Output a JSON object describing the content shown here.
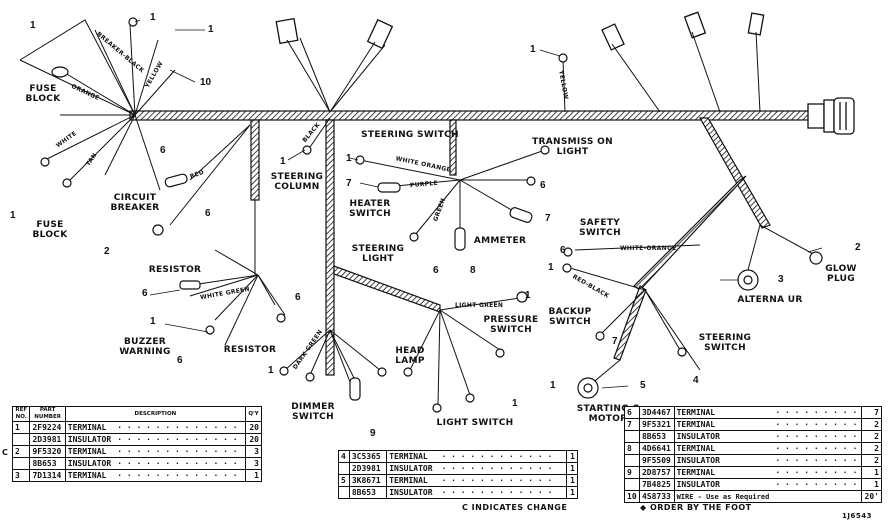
{
  "labels": {
    "fuse_block_top": "FUSE\nBLOCK",
    "fuse_block_bottom": "FUSE\nBLOCK",
    "circuit_breaker": "CIRCUIT\nBREAKER",
    "resistor_left": "RESISTOR",
    "resistor_bottom": "RESISTOR",
    "buzzer_warning": "BUZZER\nWARNING",
    "steering_column": "STEERING\nCOLUMN",
    "steering_switch_top": "STEERING SWITCH",
    "transmission_light": "TRANSMISS ON\nLIGHT",
    "heater_switch": "HEATER\nSWITCH",
    "ammeter": "AMMETER",
    "steering_light": "STEERING\nLIGHT",
    "safety_switch": "SAFETY\nSWITCH",
    "glow_plug": "GLOW\nPLUG",
    "alternator": "ALTERNA UR",
    "pressure_switch": "PRESSURE\nSWITCH",
    "backup_switch": "BACKUP\nSWITCH",
    "steering_switch_right": "STEERING\nSWITCH",
    "head_lamp": "HEAD\nLAMP",
    "dimmer_switch": "DIMMER\nSWITCH",
    "light_switch": "LIGHT SWITCH",
    "starting_motor": "STARTING C\nMOTOR"
  },
  "wire_labels": {
    "breaker_black": "BREAKER-BLACK",
    "orange": "ORANGE",
    "yellow": "YELLOW",
    "blk_black": "BLACK",
    "white": "WHITE",
    "red": "RED",
    "tan": "TAN",
    "white_orange": "WHITE ORANGE",
    "purple": "PURPLE",
    "green": "GREEN",
    "white_green": "WHITE GREEN",
    "light_green": "LIGHT GREEN",
    "dark_green": "DARK GREEN",
    "white_orange2": "WHITE-ORANGE",
    "red_black": "RED-BLACK",
    "yellow2": "YELLOW"
  },
  "callouts": [
    "1",
    "1",
    "1",
    "10",
    "1",
    "1",
    "1",
    "6",
    "1",
    "7",
    "6",
    "6",
    "7",
    "8",
    "6",
    "2",
    "3",
    "1",
    "6",
    "2",
    "6",
    "6",
    "1",
    "6",
    "1",
    "1",
    "7",
    "4",
    "5",
    "9",
    "1",
    "1"
  ],
  "table_left": {
    "headers": [
      "REF\nNO.",
      "PART\nNUMBER",
      "DESCRIPTION",
      "Q'Y"
    ],
    "marker": "C",
    "rows": [
      {
        "ref": "1",
        "part": "2F9224",
        "desc": "TERMINAL",
        "qty": "20"
      },
      {
        "ref": "",
        "part": "2D3981",
        "desc": "INSULATOR",
        "qty": "20"
      },
      {
        "ref": "2",
        "part": "9F5320",
        "desc": "TERMINAL",
        "qty": "3"
      },
      {
        "ref": "",
        "part": "8B653",
        "desc": "INSULATOR",
        "qty": "3"
      },
      {
        "ref": "3",
        "part": "7D1314",
        "desc": "TERMINAL",
        "qty": "1"
      }
    ]
  },
  "table_middle": {
    "rows": [
      {
        "ref": "4",
        "part": "3C5365",
        "desc": "TERMINAL",
        "qty": "1"
      },
      {
        "ref": "",
        "part": "2D3981",
        "desc": "INSULATOR",
        "qty": "1"
      },
      {
        "ref": "5",
        "part": "3K8671",
        "desc": "TERMINAL",
        "qty": "1"
      },
      {
        "ref": "",
        "part": "8B653",
        "desc": "INSULATOR",
        "qty": "1"
      }
    ]
  },
  "table_right": {
    "rows": [
      {
        "ref": "6",
        "part": "3D4467",
        "desc": "TERMINAL",
        "qty": "7"
      },
      {
        "ref": "7",
        "part": "9F5321",
        "desc": "TERMINAL",
        "qty": "2"
      },
      {
        "ref": "",
        "part": "8B653",
        "desc": "INSULATOR",
        "qty": "2"
      },
      {
        "ref": "8",
        "part": "4D6641",
        "desc": "TERMINAL",
        "qty": "2"
      },
      {
        "ref": "",
        "part": "9F5509",
        "desc": "INSULATOR",
        "qty": "2"
      },
      {
        "ref": "9",
        "part": "2D8757",
        "desc": "TERMINAL",
        "qty": "1"
      },
      {
        "ref": "",
        "part": "7B4825",
        "desc": "INSULATOR",
        "qty": "1"
      },
      {
        "ref": "10",
        "part": "4S8733",
        "desc": "WIRE - Use as Required",
        "qty": "20'"
      }
    ]
  },
  "footnotes": {
    "indicates_change": "C  INDICATES CHANGE",
    "order_by_foot": "ORDER BY THE FOOT",
    "figure_number": "1J6543"
  }
}
